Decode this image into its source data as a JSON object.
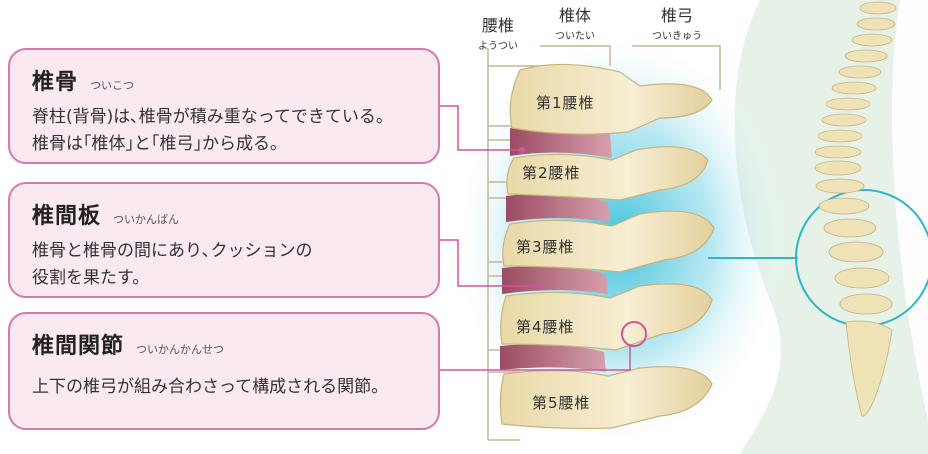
{
  "callouts": [
    {
      "title": "椎骨",
      "reading": "ついこつ",
      "desc_lines": [
        "脊柱(背骨)は､椎骨が積み重なってできている。",
        "椎骨は｢椎体｣と｢椎弓｣から成る。"
      ]
    },
    {
      "title": "椎間板",
      "reading": "ついかんばん",
      "desc_lines": [
        "椎骨と椎骨の間にあり､クッションの",
        "役割を果たす。"
      ]
    },
    {
      "title": "椎間関節",
      "reading": "ついかんかんせつ",
      "desc_lines": [
        "上下の椎弓が組み合わさって構成される関節。"
      ]
    }
  ],
  "headers": {
    "lumbar": {
      "main": "腰椎",
      "sub": "ようつい"
    },
    "body": {
      "main": "椎体",
      "sub": "ついたい"
    },
    "arch": {
      "main": "椎弓",
      "sub": "ついきゅう"
    }
  },
  "vertebrae": [
    "第1腰椎",
    "第2腰椎",
    "第3腰椎",
    "第4腰椎",
    "第5腰椎"
  ],
  "colors": {
    "callout_fill": "#fbe9f2",
    "callout_border": "#d37aa6",
    "leader_line": "#d0569a",
    "bone": "#f3e7c4",
    "bone_shadow": "#d8c595",
    "disc": "#b8677c",
    "glow": "#3ec4dc",
    "body_silhouette": "#e7f2ea",
    "magnify_ring": "#2bb6c9"
  }
}
